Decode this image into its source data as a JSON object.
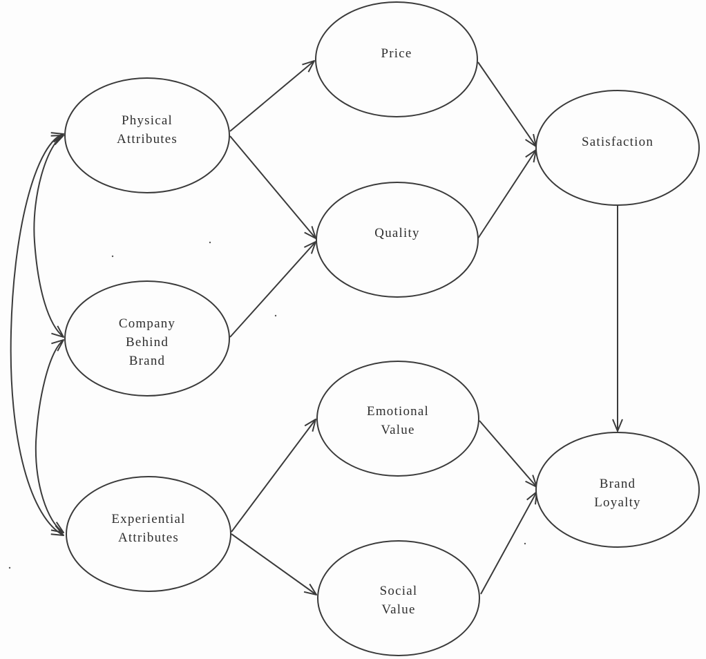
{
  "diagram": {
    "type": "path-model",
    "nodes": [
      {
        "id": "physical",
        "lines": [
          "Physical",
          "Attributes"
        ]
      },
      {
        "id": "company",
        "lines": [
          "Company",
          "Behind",
          "Brand"
        ]
      },
      {
        "id": "experiential",
        "lines": [
          "Experiential",
          "Attributes"
        ]
      },
      {
        "id": "price",
        "lines": [
          "Price"
        ]
      },
      {
        "id": "quality",
        "lines": [
          "Quality"
        ]
      },
      {
        "id": "emotional",
        "lines": [
          "Emotional",
          "Value"
        ]
      },
      {
        "id": "social",
        "lines": [
          "Social",
          "Value"
        ]
      },
      {
        "id": "satisfaction",
        "lines": [
          "Satisfaction"
        ]
      },
      {
        "id": "loyalty",
        "lines": [
          "Brand",
          "Loyalty"
        ]
      }
    ],
    "edges": [
      {
        "from": "physical",
        "to": "price"
      },
      {
        "from": "physical",
        "to": "quality"
      },
      {
        "from": "company",
        "to": "quality"
      },
      {
        "from": "experiential",
        "to": "emotional"
      },
      {
        "from": "experiential",
        "to": "social"
      },
      {
        "from": "price",
        "to": "satisfaction"
      },
      {
        "from": "quality",
        "to": "satisfaction"
      },
      {
        "from": "emotional",
        "to": "loyalty"
      },
      {
        "from": "social",
        "to": "loyalty"
      },
      {
        "from": "satisfaction",
        "to": "loyalty"
      }
    ],
    "correlations": [
      {
        "a": "physical",
        "b": "company"
      },
      {
        "a": "company",
        "b": "experiential"
      },
      {
        "a": "physical",
        "b": "experiential"
      }
    ]
  }
}
